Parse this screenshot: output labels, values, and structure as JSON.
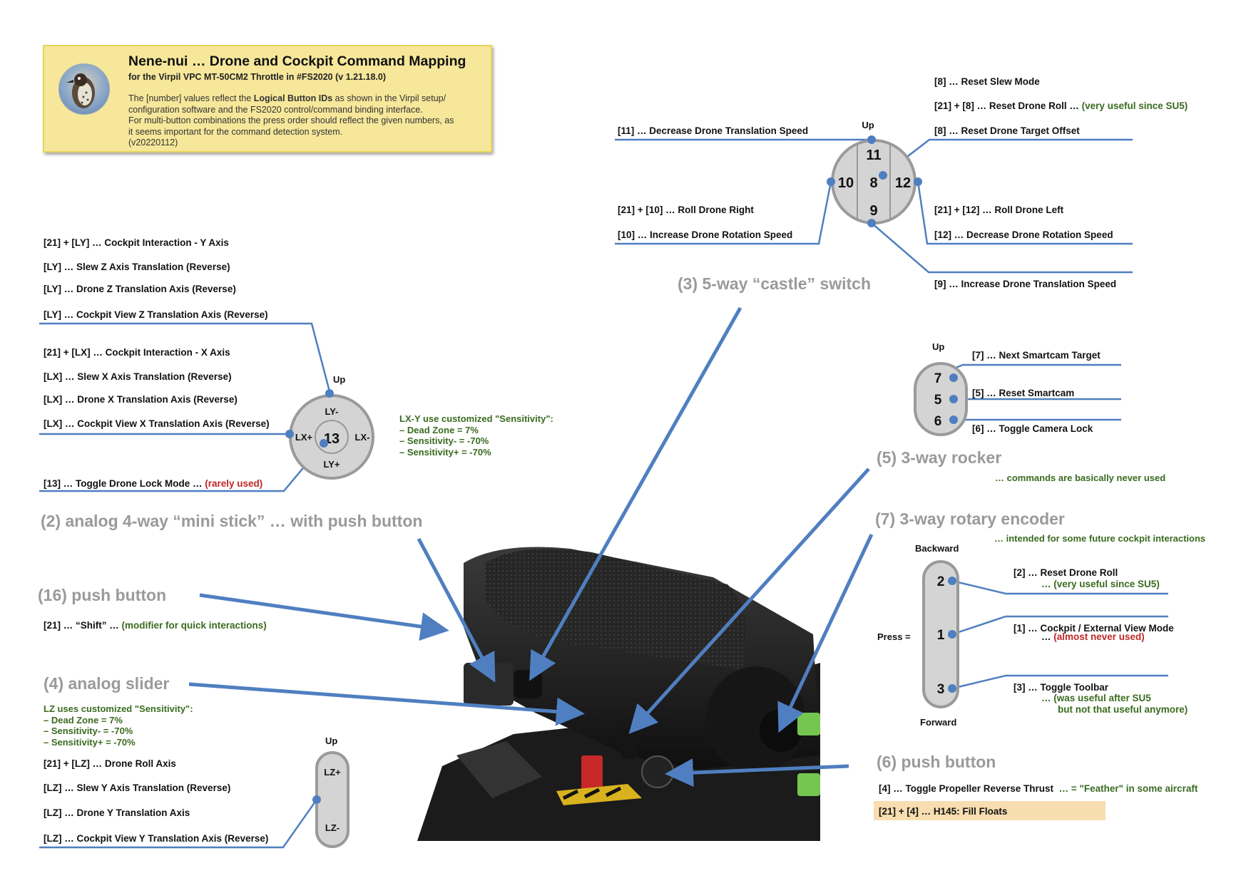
{
  "header": {
    "avatar": "eagle-avatar-icon",
    "title": "Nene-nui … Drone and Cockpit Command Mapping",
    "subtitle": "for the Virpil VPC MT-50CM2 Throttle in #FS2020 (v 1.21.18.0)",
    "body_pre": "The [number] values reflect the ",
    "body_bold": "Logical Button IDs",
    "body_post": " as shown in the Virpil setup/",
    "body_line2": "configuration software and the FS2020 control/command binding interface.",
    "body_line3": "For multi-button combinations the press order should reflect the given numbers, as",
    "body_line4": "it seems important for the command detection system.",
    "body_line5": "(v20220112)"
  },
  "castle": {
    "section_title": "(3) 5-way “castle” switch",
    "up_label": "Up",
    "ids": {
      "up": "11",
      "center": "8",
      "left": "10",
      "right": "12",
      "down": "9"
    },
    "cmd_11": "[11] … Decrease Drone Translation Speed",
    "cmd_21_10": "[21] + [10] … Roll Drone Right",
    "cmd_10": "[10] … Increase Drone Rotation Speed",
    "cmd_8_slew": "[8] … Reset Slew Mode",
    "cmd_21_8": "[21] + [8] … Reset Drone Roll … ",
    "cmd_21_8_note": "(very useful since SU5)",
    "cmd_8_target": "[8] … Reset Drone Target Offset",
    "cmd_21_12": "[21] + [12] … Roll Drone Left",
    "cmd_12": "[12] … Decrease Drone Rotation Speed",
    "cmd_9": "[9] … Increase Drone Translation Speed"
  },
  "ministick": {
    "section_title": "(2) analog 4-way “mini stick” … with push button",
    "up_label": "Up",
    "axes": {
      "top": "LY-",
      "left": "LX+",
      "right": "LX-",
      "bottom": "LY+",
      "center": "13"
    },
    "cmd_21_ly": "[21] + [LY] … Cockpit Interaction - Y Axis",
    "cmd_ly_slew": "[LY] … Slew Z Axis Translation (Reverse)",
    "cmd_ly_drone": "[LY] … Drone Z Translation Axis (Reverse)",
    "cmd_ly_view": "[LY] … Cockpit View Z Translation Axis (Reverse)",
    "cmd_21_lx": "[21] + [LX] … Cockpit Interaction - X Axis",
    "cmd_lx_slew": "[LX] … Slew X Axis Translation (Reverse)",
    "cmd_lx_drone": "[LX] … Drone X Translation Axis (Reverse)",
    "cmd_lx_view": "[LX] … Cockpit View X Translation Axis (Reverse)",
    "cmd_13": "[13] … Toggle Drone Lock Mode … ",
    "cmd_13_note": "(rarely used)",
    "sensitivity_title": "LX-Y use customized \"Sensitivity\":",
    "sensitivity_1": "– Dead Zone = 7%",
    "sensitivity_2": "– Sensitivity- = -70%",
    "sensitivity_3": "– Sensitivity+ = -70%"
  },
  "push16": {
    "section_title": "(16) push button",
    "cmd_21": "[21] … “Shift” … ",
    "cmd_21_note": "(modifier for quick interactions)"
  },
  "slider": {
    "section_title": "(4) analog slider",
    "up_label": "Up",
    "top": "LZ+",
    "bottom": "LZ-",
    "sensitivity_title": "LZ uses customized \"Sensitivity\":",
    "sensitivity_1": "– Dead Zone = 7%",
    "sensitivity_2": "– Sensitivity- = -70%",
    "sensitivity_3": "– Sensitivity+ = -70%",
    "cmd_21_lz": "[21] + [LZ] … Drone Roll Axis",
    "cmd_lz_slew": "[LZ] … Slew Y Axis Translation (Reverse)",
    "cmd_lz_drone": "[LZ] … Drone Y Translation Axis",
    "cmd_lz_view": "[LZ] … Cockpit View Y Translation Axis (Reverse)"
  },
  "rocker": {
    "section_title": "(5) 3-way rocker",
    "up_label": "Up",
    "ids": {
      "top": "7",
      "mid": "5",
      "bottom": "6"
    },
    "cmd_7": "[7] … Next Smartcam Target",
    "cmd_5": "[5] … Reset Smartcam",
    "cmd_6": "[6] … Toggle Camera Lock",
    "note": "… commands are basically never used"
  },
  "encoder": {
    "section_title": "(7) 3-way rotary encoder",
    "note": "… intended for some future cockpit interactions",
    "backward_label": "Backward",
    "forward_label": "Forward",
    "press_label": "Press =",
    "ids": {
      "top": "2",
      "mid": "1",
      "bottom": "3"
    },
    "cmd_2": "[2] … Reset Drone Roll",
    "cmd_2_note": "… (very useful since SU5)",
    "cmd_1": "[1] … Cockpit / External View Mode",
    "cmd_1_note_prefix": "… ",
    "cmd_1_note": "(almost never used)",
    "cmd_3": "[3] … Toggle Toolbar",
    "cmd_3_note1": "… (was useful after SU5",
    "cmd_3_note2": "but not that useful anymore)"
  },
  "push6": {
    "section_title": "(6) push button",
    "cmd_4": "[4] … Toggle Propeller Reverse Thrust",
    "cmd_4_note": "… = \"Feather\" in some aircraft",
    "cmd_21_4": "[21] + [4] … H145: Fill Floats"
  },
  "colors": {
    "line_blue": "#4f7fc0",
    "section_gray": "#9a9a9a",
    "note_green": "#3a6b1f",
    "warn_red": "#c02626",
    "header_yellow": "#f6e79a",
    "highlight_peach": "#f7ddb0",
    "control_gray": "#d4d4d4"
  }
}
